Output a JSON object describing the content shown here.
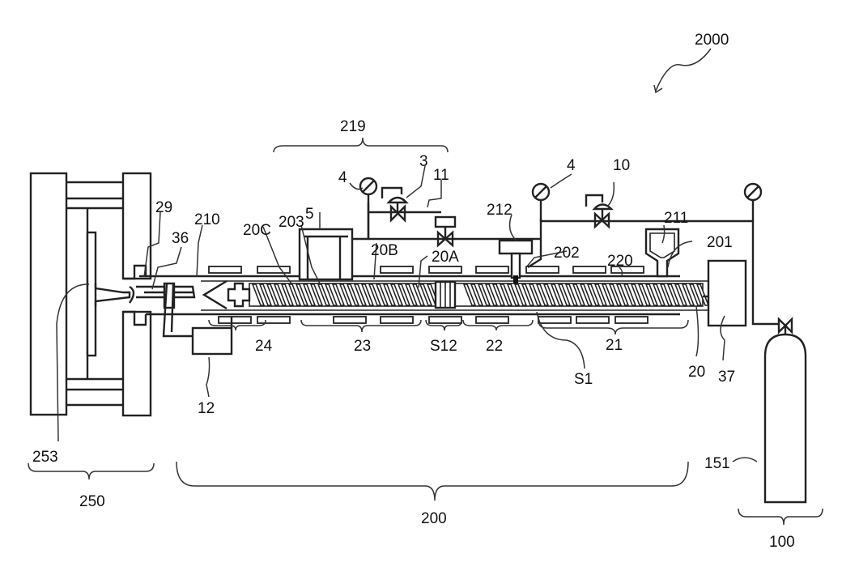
{
  "figure": {
    "title_ref": "2000",
    "labels": {
      "mold_clamping_unit": "250",
      "plasticizing_cylinder_unit": "200",
      "gas_supply_unit": "100",
      "gas_cylinder": "151",
      "cavity": "253",
      "nozzle_tip": "29",
      "nozzle": "36",
      "cylinder_210": "210",
      "drive_12": "12",
      "pressurizing_group": "219",
      "gauge_4a": "4",
      "valve_3": "3",
      "line_11": "11",
      "vent_5": "5",
      "port_203": "203",
      "screw_20C": "20C",
      "screw_20B": "20B",
      "screw_20A": "20A",
      "introduction_212": "212",
      "port_202": "202",
      "gauge_4b": "4",
      "valve_10": "10",
      "hopper_211": "211",
      "supply_port_201": "201",
      "heater_220": "220",
      "screw_20": "20",
      "motor_37": "37",
      "zone_24": "24",
      "zone_23": "23",
      "zone_S12": "S12",
      "zone_22": "22",
      "zone_21": "21",
      "seal_S1": "S1"
    }
  }
}
